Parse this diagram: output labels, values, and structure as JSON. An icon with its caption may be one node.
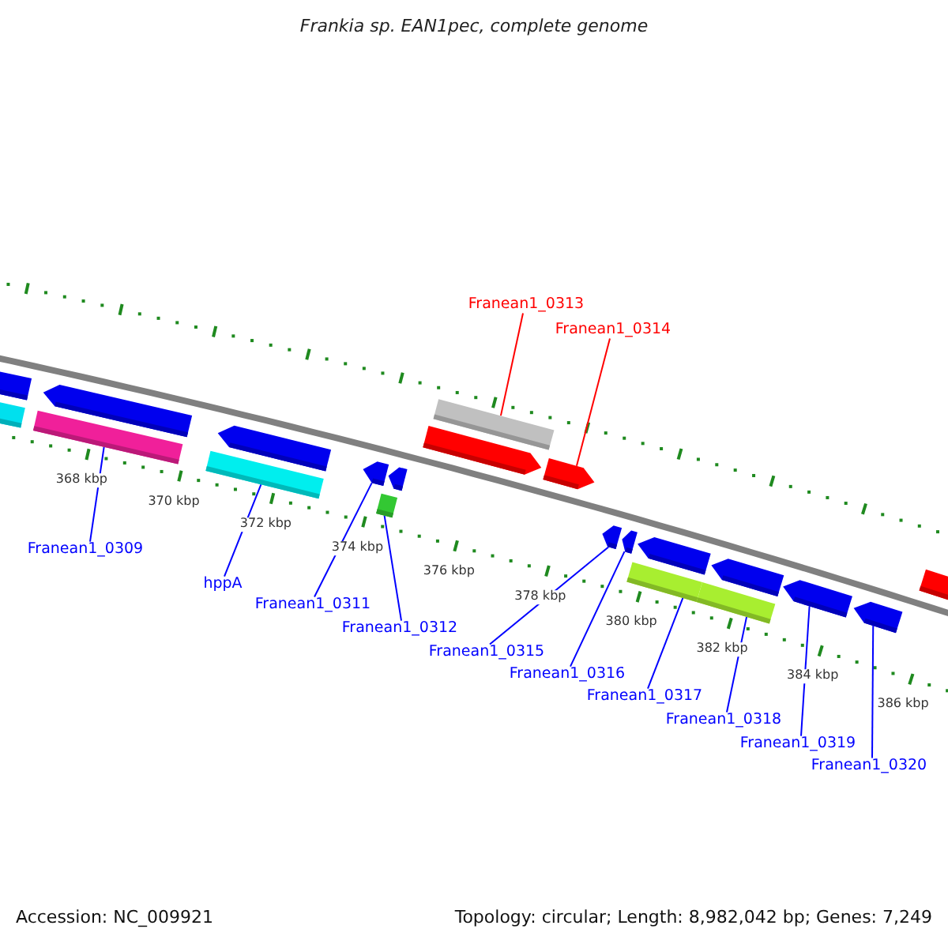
{
  "diagram": {
    "title": "Frankia sp. EAN1pec, complete genome",
    "nodes": [
      {
        "text": [
          "Franean1_0313"
        ]
      },
      {
        "text": [
          "Franean1_0314"
        ]
      },
      {
        "text": [
          "Franean1_0309"
        ]
      },
      {
        "text": [
          "hppA"
        ]
      },
      {
        "text": [
          "Franean1_0311"
        ]
      },
      {
        "text": [
          "Franean1_0312"
        ]
      },
      {
        "text": [
          "Franean1_0315"
        ]
      },
      {
        "text": [
          "Franean1_0316"
        ]
      },
      {
        "text": [
          "Franean1_0317"
        ]
      },
      {
        "text": [
          "Franean1_0318"
        ]
      },
      {
        "text": [
          "Franean1_0319"
        ]
      },
      {
        "text": [
          "Franean1_0320"
        ]
      },
      {
        "text": [],
        "shape": "pentagon"
      },
      {
        "text": [],
        "shape": "bar"
      },
      {
        "text": [],
        "shape": "pentagon"
      },
      {
        "text": [],
        "shape": "bar"
      },
      {
        "text": [],
        "shape": "pentagon"
      },
      {
        "text": [],
        "shape": "bar"
      },
      {
        "text": [],
        "shape": "pentagon"
      },
      {
        "text": [],
        "shape": "bar"
      },
      {
        "text": [],
        "shape": "pentagon"
      },
      {
        "text": [],
        "shape": "pentagon"
      },
      {
        "text": [],
        "shape": "bar"
      },
      {
        "text": [],
        "shape": "pentagon"
      },
      {
        "text": [],
        "shape": "pentagon"
      },
      {
        "text": [],
        "shape": "pentagon"
      },
      {
        "text": [],
        "shape": "pentagon"
      },
      {
        "text": [],
        "shape": "bar"
      },
      {
        "text": [],
        "shape": "bar"
      },
      {
        "text": [],
        "shape": "pentagon"
      },
      {
        "text": [],
        "shape": "pentagon"
      },
      {
        "text": [],
        "shape": "pentagon"
      },
      {
        "text": [],
        "shape": "pentagon"
      }
    ],
    "edges": [
      {
        "from": 0,
        "to": 22,
        "arrow": "none",
        "color": "#ff0000"
      },
      {
        "from": 1,
        "to": 23,
        "arrow": "none",
        "color": "#ff0000"
      },
      {
        "from": 2,
        "to": 15,
        "arrow": "none"
      },
      {
        "from": 3,
        "to": 17,
        "arrow": "none"
      },
      {
        "from": 4,
        "to": 18,
        "arrow": "none"
      },
      {
        "from": 5,
        "to": 19,
        "arrow": "none"
      },
      {
        "from": 6,
        "to": 24,
        "arrow": "none"
      },
      {
        "from": 7,
        "to": 25,
        "arrow": "none"
      },
      {
        "from": 8,
        "to": 27,
        "arrow": "none"
      },
      {
        "from": 9,
        "to": 28,
        "arrow": "none"
      },
      {
        "from": 10,
        "to": 30,
        "arrow": "none"
      },
      {
        "from": 11,
        "to": 31,
        "arrow": "none"
      }
    ],
    "labels": [
      "368 kbp",
      "370 kbp",
      "372 kbp",
      "374 kbp",
      "376 kbp",
      "378 kbp",
      "380 kbp",
      "382 kbp",
      "384 kbp",
      "386 kbp",
      "Accession: NC_009921",
      "Topology: circular; Length: 8,982,042 bp; Genes: 7,249"
    ]
  }
}
